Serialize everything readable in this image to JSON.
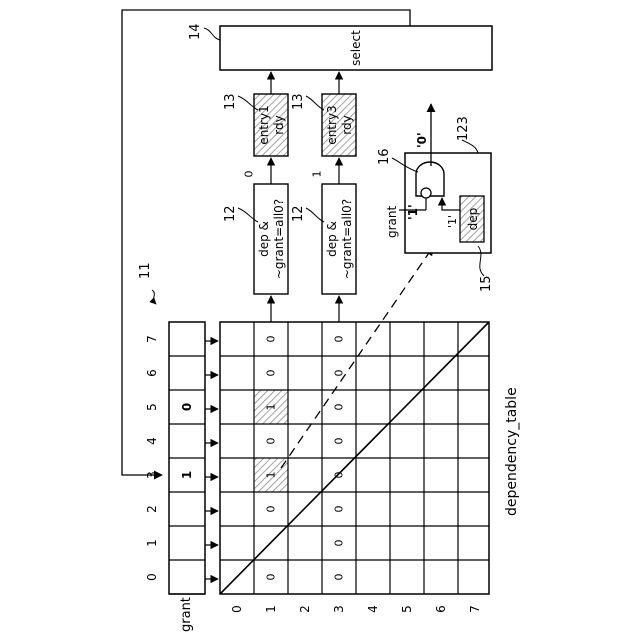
{
  "ref_numbers": {
    "dependency_table": "11",
    "check_logic": "12",
    "ready_entry": "13",
    "select_unit": "14",
    "dep_latch": "15",
    "and_gate": "16",
    "enlarged_cell": "123"
  },
  "labels": {
    "grant_row": "grant",
    "table_name": "dependency_table",
    "select_block": "select",
    "inset_grant": "grant",
    "inset_dep": "dep",
    "inset_one_a": "'1'",
    "inset_one_b": "'1'",
    "inset_zero": "'0'"
  },
  "logic_blocks": [
    {
      "line1": "dep &",
      "line2": "~grant=all0?",
      "output": "0"
    },
    {
      "line1": "dep &",
      "line2": "~grant=all0?",
      "output": "1"
    }
  ],
  "ready_blocks": [
    {
      "line1": "entry1",
      "line2": "rdy"
    },
    {
      "line1": "entry3",
      "line2": "rdy"
    }
  ],
  "column_indices": [
    "0",
    "1",
    "2",
    "3",
    "4",
    "5",
    "6",
    "7"
  ],
  "row_indices": [
    "0",
    "1",
    "2",
    "3",
    "4",
    "5",
    "6",
    "7"
  ],
  "grant_values": [
    "",
    "",
    "",
    "1",
    "",
    "0",
    "",
    ""
  ],
  "table_rows": [
    [
      "",
      "",
      "",
      "",
      "",
      "",
      "",
      ""
    ],
    [
      "0",
      "",
      "0",
      "1",
      "0",
      "1",
      "0",
      "0"
    ],
    [
      "",
      "",
      "",
      "",
      "",
      "",
      "",
      ""
    ],
    [
      "0",
      "0",
      "0",
      "0",
      "0",
      "0",
      "0",
      "0"
    ],
    [
      "",
      "",
      "",
      "",
      "",
      "",
      "",
      ""
    ],
    [
      "",
      "",
      "",
      "",
      "",
      "",
      "",
      ""
    ],
    [
      "",
      "",
      "",
      "",
      "",
      "",
      "",
      ""
    ],
    [
      "",
      "",
      "",
      "",
      "",
      "",
      "",
      ""
    ]
  ],
  "highlighted_cells": [
    {
      "row": 1,
      "col": 3
    },
    {
      "row": 1,
      "col": 5
    }
  ],
  "colors": {
    "line": "#000000",
    "background": "#ffffff",
    "hatch": "#9a9a9a"
  }
}
